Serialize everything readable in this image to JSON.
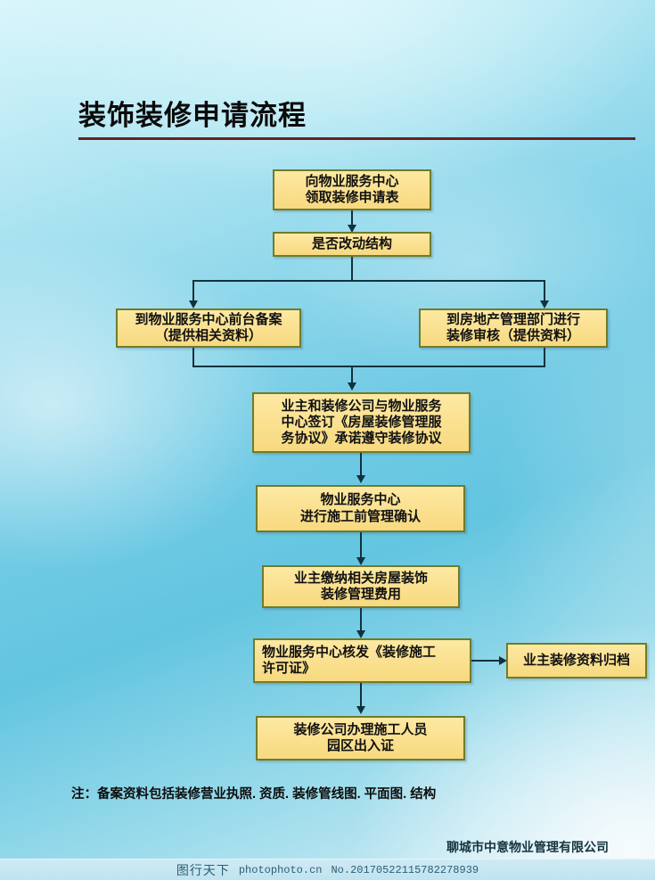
{
  "header": {
    "title": "装饰装修申请流程",
    "rule_color": "#6b1f22"
  },
  "theme": {
    "box_fill": "#fae08f",
    "box_border": "#6f7b2c",
    "connector": "#11323c",
    "background_top": "#d9f6fb",
    "background_mid": "#63c5e0",
    "background_bottom": "#dff0f7"
  },
  "flow": {
    "nodes": [
      {
        "id": "n1",
        "label": "向物业服务中心\n领取装修申请表"
      },
      {
        "id": "n2",
        "label": "是否改动结构"
      },
      {
        "id": "n3",
        "label": "到物业服务中心前台备案\n（提供相关资料）"
      },
      {
        "id": "n4",
        "label": "到房地产管理部门进行\n装修审核（提供资料）"
      },
      {
        "id": "n5",
        "label": "业主和装修公司与物业服务\n中心签订《房屋装修管理服\n务协议》承诺遵守装修协议"
      },
      {
        "id": "n6",
        "label": "物业服务中心\n进行施工前管理确认"
      },
      {
        "id": "n7",
        "label": "业主缴纳相关房屋装饰\n装修管理费用"
      },
      {
        "id": "n8",
        "label": "物业服务中心核发《装修施工\n许可证》"
      },
      {
        "id": "n9",
        "label": "业主装修资料归档"
      },
      {
        "id": "n10",
        "label": "装修公司办理施工人员\n园区出入证"
      }
    ]
  },
  "footer": {
    "note": "注：备案资料包括装修营业执照. 资质. 装修管线图. 平面图. 结构",
    "company": "聊城市中意物业管理有限公司"
  },
  "watermark": {
    "brand": "图行天下",
    "site": "photophoto.cn",
    "id": "No.20170522115782278939"
  }
}
